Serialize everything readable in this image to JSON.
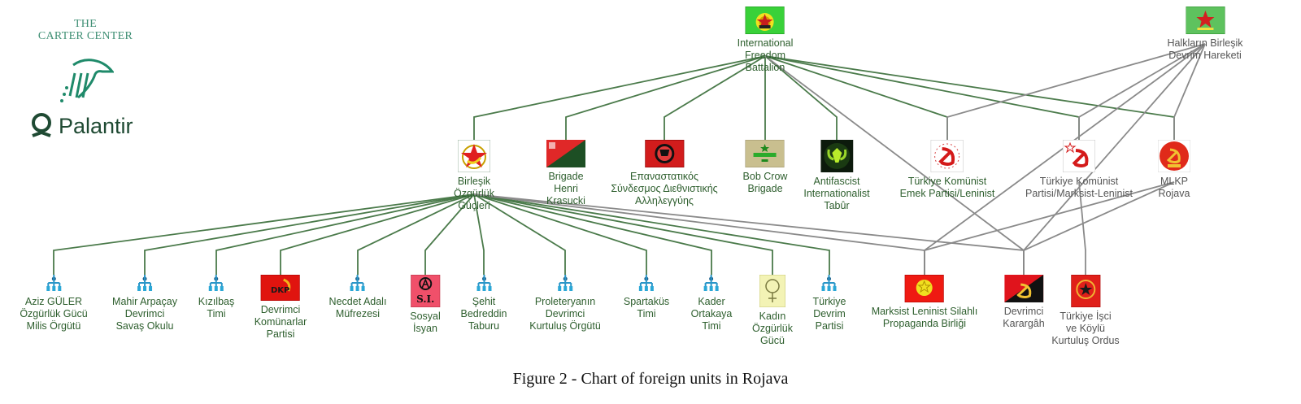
{
  "logos": {
    "carter_line1": "THE",
    "carter_line2": "CARTER CENTER",
    "palantir": "Palantir"
  },
  "caption": "Figure 2 - Chart of foreign units in Rojava",
  "colors": {
    "edge_green": "#4a7a4a",
    "edge_gray": "#8a8a8a",
    "label_green": "#2d5e2d",
    "label_gray": "#555555",
    "generic_icon": "#2aa7d6"
  },
  "nodes": [
    {
      "id": "ifb",
      "label": "International\nFreedom\nBattalion",
      "tier": 0,
      "icon": "ifb-flag-icon",
      "color": "green"
    },
    {
      "id": "hbdh",
      "label": "Halkların Birleşik\nDevrim Hareketi",
      "tier": 0,
      "icon": "hbdh-flag-icon",
      "color": "gray"
    },
    {
      "id": "bog",
      "label": "Birleşik\nÖzgürlük\nGüçleri",
      "tier": 1,
      "icon": "star-emblem-icon",
      "color": "green"
    },
    {
      "id": "bhk",
      "label": "Brigade\nHenri\nKrasucki",
      "tier": 1,
      "icon": "red-black-flag-icon",
      "color": "green"
    },
    {
      "id": "sda",
      "label": "Επαναστατικός\nΣύνδεσμος Διεθνιστικής\nΑλληλεγγύης",
      "tier": 1,
      "icon": "antifa-flag-icon",
      "color": "green"
    },
    {
      "id": "bcb",
      "label": "Bob Crow\nBrigade",
      "tier": 1,
      "icon": "bob-crow-emblem-icon",
      "color": "green"
    },
    {
      "id": "ait",
      "label": "Antifascist\nInternationalist\nTabûr",
      "tier": 1,
      "icon": "ait-emblem-icon",
      "color": "green"
    },
    {
      "id": "tkepl",
      "label": "Türkiye Komünist\nEmek Partisi/Leninist",
      "tier": 1,
      "icon": "hammer-sickle-icon",
      "color": "green"
    },
    {
      "id": "tkpml",
      "label": "Türkiye Komünist\nPartisi/Marksist-Leninist",
      "tier": 1,
      "icon": "hammer-sickle-star-icon",
      "color": "gray"
    },
    {
      "id": "mlkp",
      "label": "MLKP\nRojava",
      "tier": 1,
      "icon": "mlkp-emblem-icon",
      "color": "gray"
    },
    {
      "id": "agog",
      "label": "Aziz GÜLER\nÖzgürlük Gücü\nMilis Örgütü",
      "tier": 2,
      "icon": "org-hierarchy-icon",
      "color": "green"
    },
    {
      "id": "madso",
      "label": "Mahir Arpaçay\nDevrimci\nSavaş Okulu",
      "tier": 2,
      "icon": "org-hierarchy-icon",
      "color": "green"
    },
    {
      "id": "kt",
      "label": "Kızılbaş\nTimi",
      "tier": 2,
      "icon": "org-hierarchy-icon",
      "color": "green"
    },
    {
      "id": "dkp",
      "label": "Devrimci\nKomünarlar\nPartisi",
      "tier": 2,
      "icon": "dkp-flag-icon",
      "color": "green"
    },
    {
      "id": "nam",
      "label": "Necdet Adalı\nMüfrezesi",
      "tier": 2,
      "icon": "org-hierarchy-icon",
      "color": "green"
    },
    {
      "id": "si",
      "label": "Sosyal\nİsyan",
      "tier": 2,
      "icon": "si-anarchy-icon",
      "color": "green"
    },
    {
      "id": "sbt",
      "label": "Şehit\nBedreddin\nTaburu",
      "tier": 2,
      "icon": "org-hierarchy-icon",
      "color": "green"
    },
    {
      "id": "pdko",
      "label": "Proleteryanın\nDevrimci\nKurtuluş Örgütü",
      "tier": 2,
      "icon": "org-hierarchy-icon",
      "color": "green"
    },
    {
      "id": "st",
      "label": "Spartaküs\nTimi",
      "tier": 2,
      "icon": "org-hierarchy-icon",
      "color": "green"
    },
    {
      "id": "kot",
      "label": "Kader\nOrtakaya\nTimi",
      "tier": 2,
      "icon": "org-hierarchy-icon",
      "color": "green"
    },
    {
      "id": "kog",
      "label": "Kadın\nÖzgürlük\nGücü",
      "tier": 2,
      "icon": "women-symbol-icon",
      "color": "green"
    },
    {
      "id": "tdp",
      "label": "Türkiye\nDevrim\nPartisi",
      "tier": 2,
      "icon": "org-hierarchy-icon",
      "color": "green"
    },
    {
      "id": "mlspb",
      "label": "Marksist Leninist Silahlı\nPropaganda Birliği",
      "tier": 2,
      "icon": "mlspb-flag-icon",
      "color": "green"
    },
    {
      "id": "dk",
      "label": "Devrimci\nKarargâh",
      "tier": 2,
      "icon": "red-black-hammer-sickle-icon",
      "color": "gray"
    },
    {
      "id": "tikko",
      "label": "Türkiye İşci\nve Köylü\nKurtuluş Ordus",
      "tier": 2,
      "icon": "tikko-emblem-icon",
      "color": "gray"
    }
  ],
  "edges": [
    {
      "from": "ifb",
      "to": "bog"
    },
    {
      "from": "ifb",
      "to": "bhk"
    },
    {
      "from": "ifb",
      "to": "sda"
    },
    {
      "from": "ifb",
      "to": "bcb"
    },
    {
      "from": "ifb",
      "to": "ait"
    },
    {
      "from": "ifb",
      "to": "tkepl"
    },
    {
      "from": "ifb",
      "to": "tkpml"
    },
    {
      "from": "ifb",
      "to": "mlkp"
    },
    {
      "from": "ifb",
      "to": "dk"
    },
    {
      "from": "hbdh",
      "to": "tkepl"
    },
    {
      "from": "hbdh",
      "to": "tkpml"
    },
    {
      "from": "hbdh",
      "to": "mlkp"
    },
    {
      "from": "hbdh",
      "to": "mlspb"
    },
    {
      "from": "hbdh",
      "to": "dk"
    },
    {
      "from": "bog",
      "to": "agog"
    },
    {
      "from": "bog",
      "to": "madso"
    },
    {
      "from": "bog",
      "to": "kt"
    },
    {
      "from": "bog",
      "to": "dkp"
    },
    {
      "from": "bog",
      "to": "nam"
    },
    {
      "from": "bog",
      "to": "si"
    },
    {
      "from": "bog",
      "to": "sbt"
    },
    {
      "from": "bog",
      "to": "pdko"
    },
    {
      "from": "bog",
      "to": "st"
    },
    {
      "from": "bog",
      "to": "kot"
    },
    {
      "from": "bog",
      "to": "kog"
    },
    {
      "from": "bog",
      "to": "tdp"
    },
    {
      "from": "bog",
      "to": "mlspb"
    },
    {
      "from": "bog",
      "to": "dk"
    },
    {
      "from": "tkpml",
      "to": "tikko"
    },
    {
      "from": "mlkp",
      "to": "mlspb"
    },
    {
      "from": "mlkp",
      "to": "dk"
    }
  ]
}
